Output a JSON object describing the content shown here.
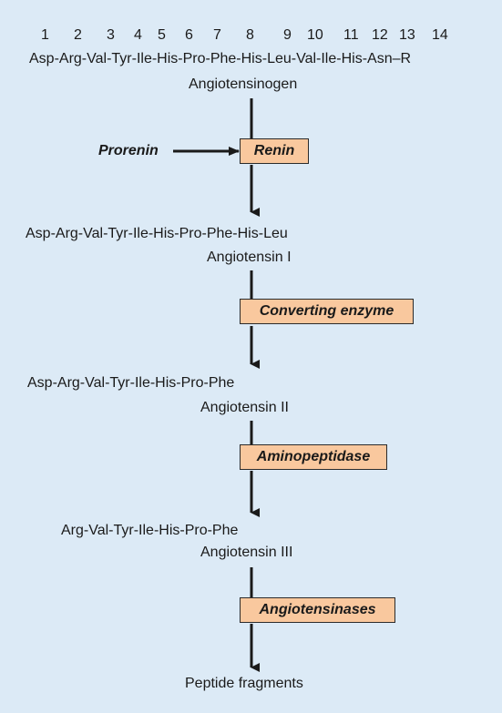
{
  "positions": [
    "1",
    "2",
    "3",
    "4",
    "5",
    "6",
    "7",
    "8",
    "9",
    "10",
    "11",
    "12",
    "13",
    "14"
  ],
  "angiotensinogen": {
    "sequence": "Asp-Arg-Val-Tyr-Ile-His-Pro-Phe-His-Leu-Val-Ile-His-Asn–R",
    "name": "Angiotensinogen"
  },
  "prorenin": "Prorenin",
  "enzymes": {
    "renin": "Renin",
    "converting": "Converting enzyme",
    "aminopeptidase": "Aminopeptidase",
    "angiotensinases": "Angiotensinases"
  },
  "angiotensin1": {
    "sequence": "Asp-Arg-Val-Tyr-Ile-His-Pro-Phe-His-Leu",
    "name": "Angiotensin I"
  },
  "angiotensin2": {
    "sequence": "Asp-Arg-Val-Tyr-Ile-His-Pro-Phe",
    "name": "Angiotensin II"
  },
  "angiotensin3": {
    "sequence": "Arg-Val-Tyr-Ile-His-Pro-Phe",
    "name": "Angiotensin III"
  },
  "fragments": "Peptide fragments",
  "colors": {
    "background": "#dceaf6",
    "enzyme_box": "#f9c89e",
    "line": "#1a1a1a"
  }
}
